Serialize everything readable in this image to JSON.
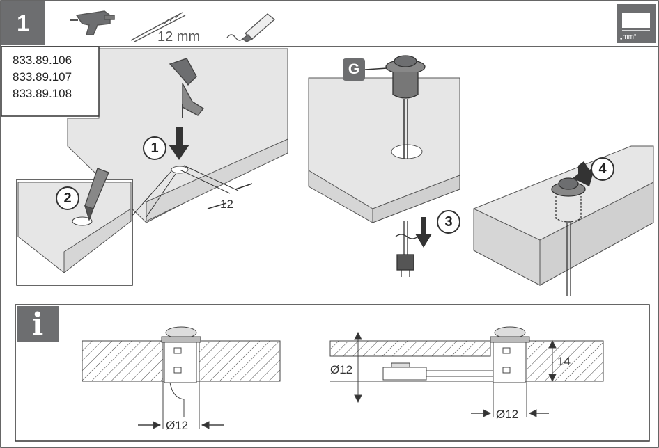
{
  "header": {
    "step_number": "1",
    "bit_size": "12 mm",
    "unit_label": "„mm“",
    "icons": [
      "drill-icon",
      "drill-bit-icon",
      "glue-tube-icon",
      "measurement-unit-icon"
    ]
  },
  "part_numbers": [
    "833.89.106",
    "833.89.107",
    "833.89.108"
  ],
  "steps": {
    "step1": "1",
    "step2": "2",
    "step3": "3",
    "step4": "4",
    "component_label": "G"
  },
  "dimensions": {
    "drill_offset": "12",
    "hole_diameter_left": "Ø12",
    "hole_diameter_right": "Ø12",
    "cable_diameter": "Ø12",
    "depth": "14"
  },
  "info": {
    "badge": "i"
  },
  "colors": {
    "badge_gray": "#6d6e70",
    "board_fill": "#e6e6e6",
    "line": "#333333"
  }
}
